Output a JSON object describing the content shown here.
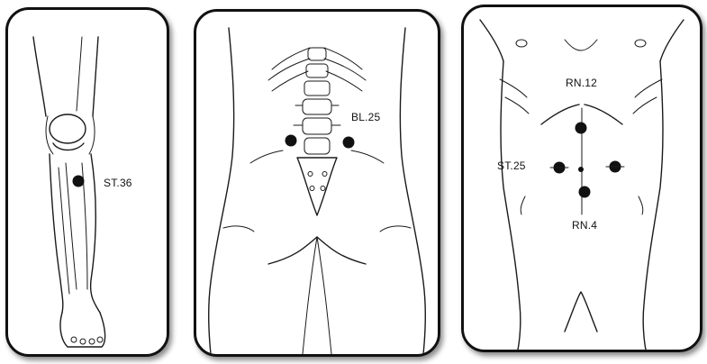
{
  "panels": [
    {
      "id": "leg",
      "points": [
        {
          "label": "ST.36"
        }
      ]
    },
    {
      "id": "back",
      "points": [
        {
          "label": "BL.25"
        }
      ]
    },
    {
      "id": "abdomen",
      "points": [
        {
          "label": "RN.12"
        },
        {
          "label": "ST.25"
        },
        {
          "label": "RN.4"
        }
      ]
    }
  ],
  "colors": {
    "ink": "#111111",
    "background": "#ffffff"
  }
}
